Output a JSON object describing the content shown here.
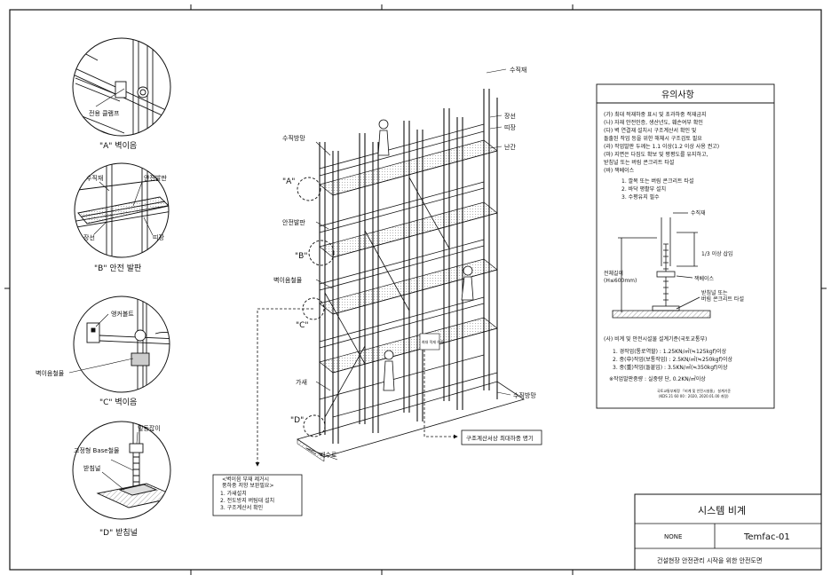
{
  "details": {
    "a": {
      "caption": "\"A\" 벽이음",
      "label_clamp": "전용 클램프"
    },
    "b": {
      "caption": "\"B\" 안전 발판",
      "label_vertical": "수직재",
      "label_deck": "안전발판",
      "label_ledger": "장선",
      "label_fixing": "띠장"
    },
    "c": {
      "caption": "\"C\" 벽이음",
      "label_anchor": "앵커볼트",
      "label_tie": "벽이음철물"
    },
    "d": {
      "caption": "\"D\" 받침널",
      "label_sleeve": "밑동잡이",
      "label_base": "고정형 Base철물",
      "label_plate": "받침널"
    }
  },
  "main": {
    "label_vertical_top": "수직재",
    "label_ledger": "장선",
    "label_fixing": "띠장",
    "label_handrail": "난간",
    "label_net_top": "수직방망",
    "label_deck": "안전발판",
    "label_wall_tie": "벽이음철물",
    "label_brace": "가새",
    "label_net_bottom": "수직방망",
    "label_drain": "배수로",
    "marker_a": "\"A\"",
    "marker_b": "\"B\"",
    "marker_c": "\"C\"",
    "marker_d": "\"D\"",
    "max_load_sign": "최대 적재 하중",
    "note_box": [
      "<벽이음 부재 제거시",
      "풍하중 저항 보완필요>",
      "1. 가새설치",
      "2. 전도방지 버팀대 설치",
      "3. 구조계산서 확인"
    ],
    "max_load_callout": "구조계산서상 최대하중 명기"
  },
  "notes": {
    "title": "유의사항",
    "items": [
      "(가) 최대 적재하중 표시 및 초과하중 적재금지",
      "(나) 자재 안전인증, 생산년도, 훼손여부 확인",
      "(다) 벽 연결재 설치시 구조계산서 확인 및",
      "     돌출된 작업 등을 위한 해체시 구조검토 필요",
      "(라) 작업발판 두께는 1.1 이상(1.2 이상 사용 권고)",
      "(마) 지면은 다짐도 확보 및 평평도를 유지하고,",
      "     받침널 또는 버림 콘크리트 타설",
      "(바) 잭베이스"
    ],
    "sub_items": [
      "1. 깔목 또는 버림 콘크리트 타설",
      "2. 바닥 평활부 설치",
      "3. 수평유지 필수"
    ],
    "jack": {
      "label_vertical": "수직재",
      "label_insert": "1/3 이상 삽입",
      "label_total": "전체길이",
      "label_total_value": "(H≤600mm)",
      "label_jack": "잭베이스",
      "label_plate": "받침널 또는",
      "label_plate2": "버림 콘크리트 타설"
    },
    "load_title": "(사) 비계 및 안전시설물 설계기준(국토교통부)",
    "loads": [
      "1. 경작업(통로역할) : 1.25KN/㎡(≒125kgf)이상",
      "2. 중(中)작업(보통작업) : 2.5KN/㎡(≒250kgf)이상",
      "3. 중(重)작업(돌붙임) : 3.5KN/㎡(≒350kgf)이상"
    ],
    "deck_weight": "※작업발판중량 : 실중량 단, 0.2KN/㎡이상",
    "source_1": "국토교통부제정 「비계 및 안전시설물」 설계기준",
    "source_2": "(KDS 21 60 00 : 2020, 2020.01.00 개정)"
  },
  "title_block": {
    "title": "시스템 비계",
    "scale": "NONE",
    "code": "Temfac-01",
    "subtitle": "건설현장 안전관리 시작을 위한 안전도면"
  }
}
